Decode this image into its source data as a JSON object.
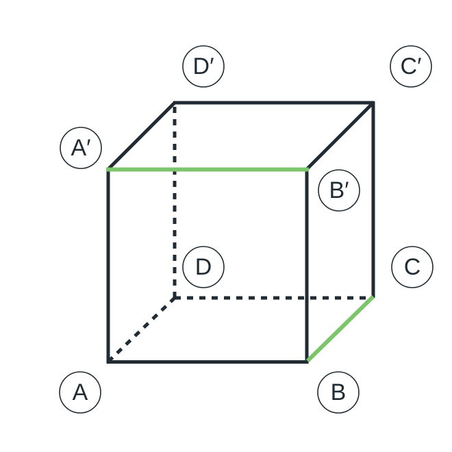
{
  "colors": {
    "edge": "#212b33",
    "highlight": "#7dc56b"
  },
  "vertices": {
    "A": "A",
    "B": "B",
    "C": "C",
    "D": "D",
    "A_prime": "A′",
    "B_prime": "B′",
    "C_prime": "C′",
    "D_prime": "D′"
  },
  "highlighted_edges": [
    "A′B′",
    "BC"
  ]
}
